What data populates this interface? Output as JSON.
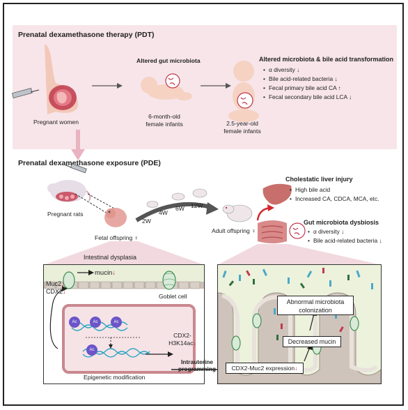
{
  "pdt": {
    "title": "Prenatal dexamethasone therapy (PDT)",
    "pregnant_women": "Pregnant women",
    "altered_gut": "Altered gut microbiota",
    "infant6_line1": "6-month-old",
    "infant6_line2": "female infants",
    "altered_title": "Altered microbiota & bile acid transformation",
    "bullets": [
      {
        "text": "α diversity",
        "arrow": "↓"
      },
      {
        "text": "Bile acid-related bacteria",
        "arrow": "↓"
      },
      {
        "text": "Fecal primary bile acid CA",
        "arrow": "↑"
      },
      {
        "text": "Fecal secondary bile acid LCA",
        "arrow": "↓"
      }
    ],
    "infant25_line1": "2.5-year-old",
    "infant25_line2": "female infants"
  },
  "pde": {
    "title": "Prenatal dexamethasone exposure (PDE)",
    "pregnant_rats": "Pregnant rats",
    "fetal_offspring": "Fetal offspring ♀",
    "timeline": [
      "2W",
      "4W",
      "6W",
      "12W"
    ],
    "adult_offspring": "Adult offspring ♀",
    "liver_title": "Cholestatic liver injury",
    "liver_bullets": [
      "High bile acid",
      "Increased CA, CDCA, MCA, etc."
    ],
    "gut_title": "Gut microbiota dysbiosis",
    "gut_bullets": [
      {
        "text": "α diversity",
        "arrow": "↓"
      },
      {
        "text": "Bile acid-related bacteria",
        "arrow": "↓"
      }
    ]
  },
  "dysplasia": {
    "title": "Intestinal dysplasia",
    "mucin": "mucin",
    "mucin_arrow": "↓",
    "muc2": "Muc2",
    "muc2_arrow": "↓",
    "cdx2": "CDX2",
    "cdx2_arrow": "↓",
    "goblet": "Goblet cell",
    "ac": "Ac",
    "h3k_line1": "CDX2-",
    "h3k_line2": "H3K14ac",
    "h3k_arrow": "↓",
    "epigenetic": "Epigenetic modification"
  },
  "programming": {
    "line1": "Intrauterine",
    "line2": "programming"
  },
  "right_panel": {
    "abnormal_line1": "Abnormal microbiota",
    "abnormal_line2": "colonization",
    "decreased_mucin": "Decreased mucin",
    "expression": "CDX2-Muc2 expression",
    "expression_arrow": "↓"
  },
  "colors": {
    "panel_pink": "#f7e5ea",
    "arrow_pink": "#e9b3bf",
    "red": "#d0272d",
    "cell_green": "#3f8f52",
    "nucleosome_purple": "#6b55c8",
    "dna_blue": "#2aa3c2"
  }
}
